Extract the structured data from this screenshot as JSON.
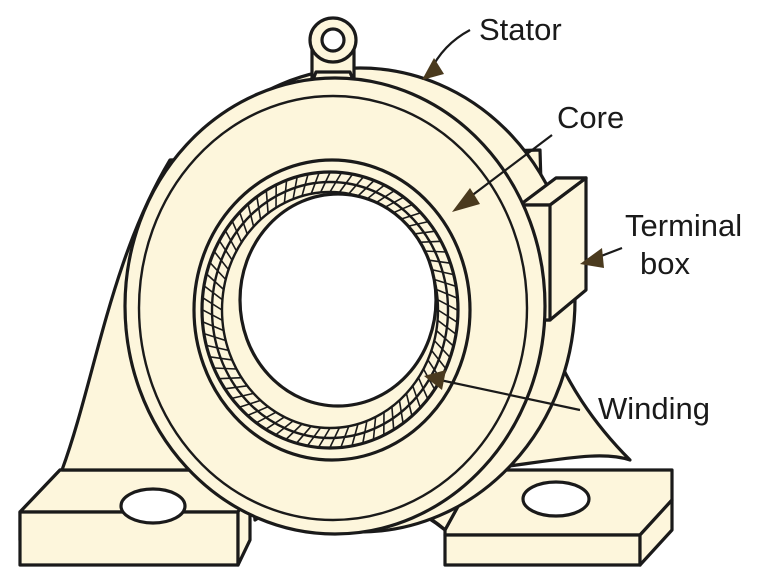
{
  "colors": {
    "body": "#fdf6dc",
    "outline": "#1a1a1a",
    "arrow": "#4a3a1e",
    "background": "#ffffff"
  },
  "labels": {
    "stator": "Stator",
    "core": "Core",
    "terminal_line1": "Terminal",
    "terminal_line2": "box",
    "winding": "Winding"
  }
}
